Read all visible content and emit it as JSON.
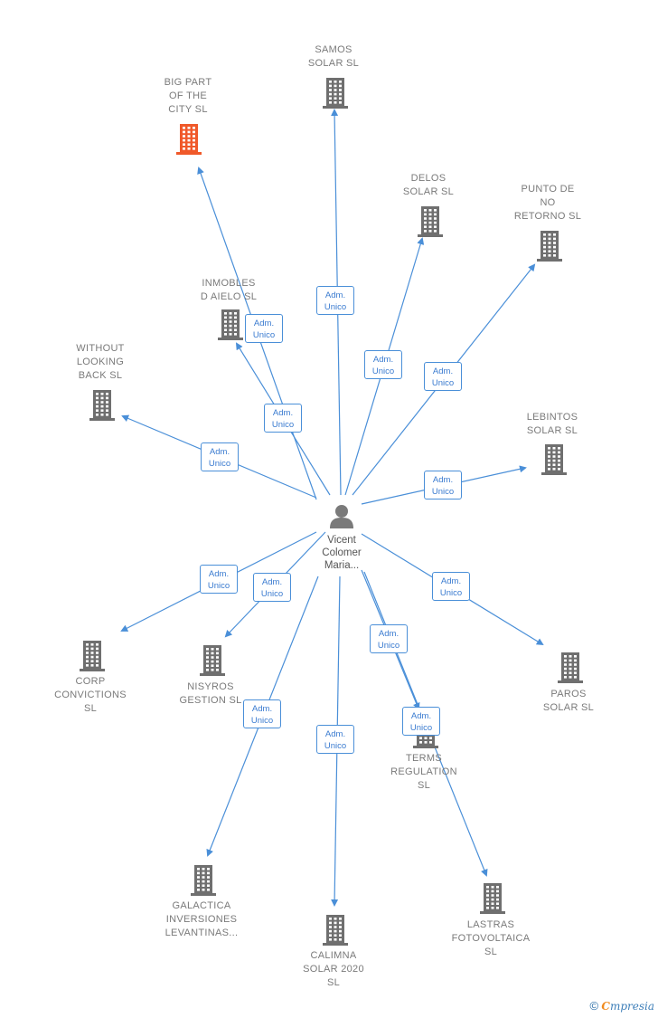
{
  "person": {
    "name": "Vicent\nColomer\nMaria..."
  },
  "role_label": {
    "line1": "Adm.",
    "line2": "Unico"
  },
  "colors": {
    "edge": "#4a8fd8",
    "building": "#6f6f6f",
    "highlight": "#f0592a"
  },
  "companies": [
    {
      "id": "big-part-of-the-city",
      "name": "BIG PART\nOF THE\nCITY  SL",
      "highlight": true
    },
    {
      "id": "samos-solar",
      "name": "SAMOS\nSOLAR  SL"
    },
    {
      "id": "delos-solar",
      "name": "DELOS\nSOLAR  SL"
    },
    {
      "id": "punto-de-no-retorno",
      "name": "PUNTO DE\nNO\nRETORNO SL"
    },
    {
      "id": "inmobles-d-aielo",
      "name": "INMOBLES\nD AIELO SL"
    },
    {
      "id": "without-looking-back",
      "name": "WITHOUT\nLOOKING\nBACK SL"
    },
    {
      "id": "lebintos-solar",
      "name": "LEBINTOS\nSOLAR  SL"
    },
    {
      "id": "corp-convictions",
      "name": "CORP\nCONVICTIONS\nSL"
    },
    {
      "id": "nisyros-gestion",
      "name": "NISYROS\nGESTION  SL"
    },
    {
      "id": "paros-solar",
      "name": "PAROS\nSOLAR  SL"
    },
    {
      "id": "terms-regulation",
      "name": "TERMS\nREGULATION\nSL"
    },
    {
      "id": "galactica-inversiones",
      "name": "GALACTICA\nINVERSIONES\nLEVANTINAS..."
    },
    {
      "id": "calimna-solar-2020",
      "name": "CALIMNA\nSOLAR 2020\nSL"
    },
    {
      "id": "lastras-fotovoltaica",
      "name": "LASTRAS\nFOTOVOLTAICA\nSL"
    }
  ],
  "footer": {
    "copyright": "©",
    "brand_initial": "C",
    "brand_rest": "mpresia"
  }
}
